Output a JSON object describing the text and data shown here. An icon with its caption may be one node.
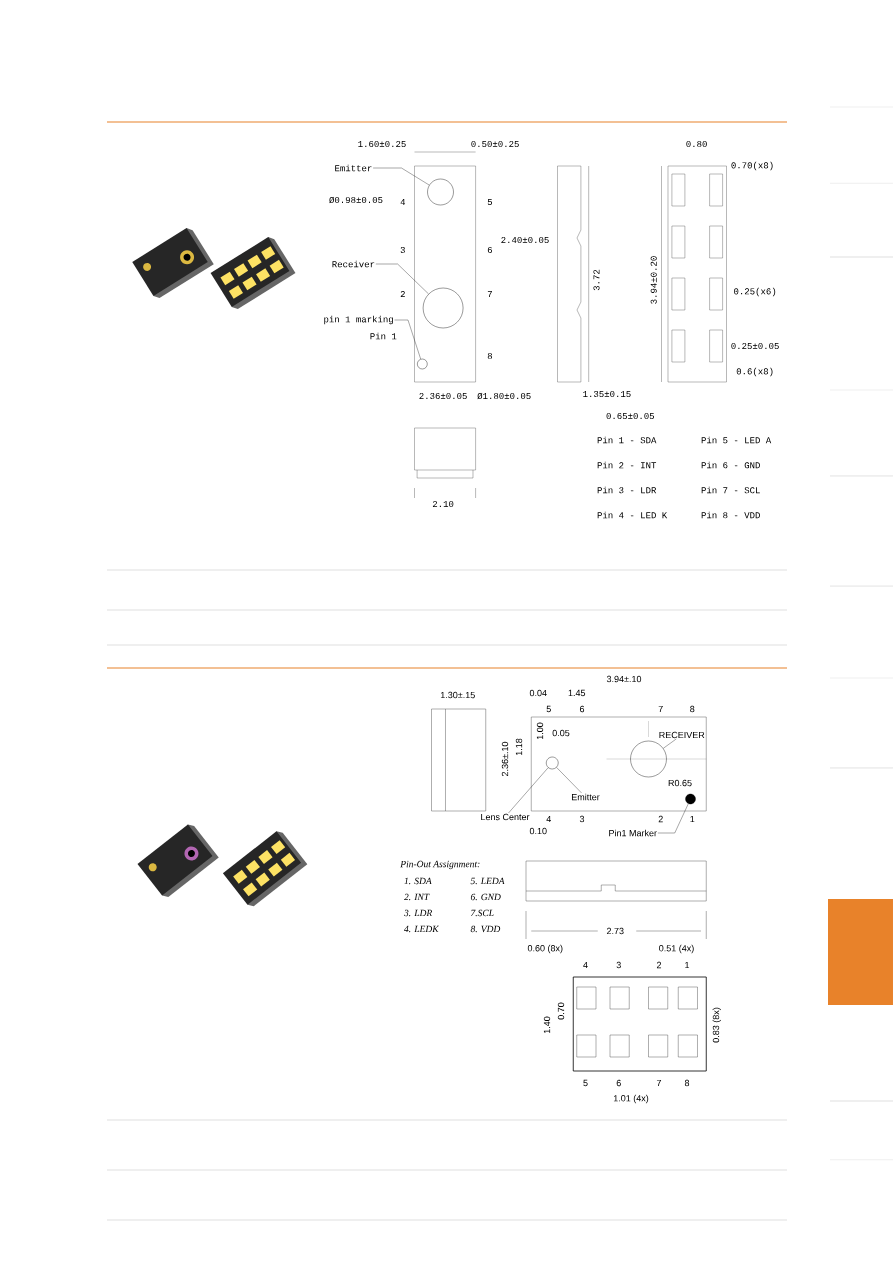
{
  "diagram": {
    "nodes": [
      {
        "text": [
          "Emitter"
        ]
      },
      {
        "text": [],
        "shape": "circle"
      },
      {
        "text": [
          "Receiver"
        ]
      },
      {
        "text": [],
        "shape": "circle"
      },
      {
        "text": [
          "pin 1 marking"
        ]
      },
      {
        "text": [],
        "shape": "circle"
      },
      {
        "text": [
          "RECEIVER"
        ]
      },
      {
        "text": [],
        "shape": "circle"
      },
      {
        "text": [
          "Emitter"
        ]
      },
      {
        "text": [],
        "shape": "circle"
      },
      {
        "text": [
          "Lens Center"
        ]
      },
      {
        "text": [
          "Pin1 Marker"
        ]
      },
      {
        "text": [],
        "shape": "circle"
      }
    ],
    "edges": [
      {
        "from": 0,
        "to": 1,
        "arrow": "none"
      },
      {
        "from": 2,
        "to": 3,
        "arrow": "none"
      },
      {
        "from": 4,
        "to": 5,
        "arrow": "none"
      },
      {
        "from": 6,
        "to": 7,
        "arrow": "none"
      },
      {
        "from": 8,
        "to": 9,
        "arrow": "none"
      },
      {
        "from": 10,
        "to": 9,
        "arrow": "none"
      },
      {
        "from": 11,
        "to": 12,
        "arrow": "none"
      }
    ],
    "labels": [
      "1.60±0.25",
      "0.50±0.25",
      "Ø0.98±0.05",
      "4",
      "5",
      "3",
      "6",
      "2.40±0.05",
      "2",
      "7",
      "Pin 1",
      "8",
      "2.36±0.05",
      "Ø1.80±0.05",
      "2.10",
      "0.80",
      "0.70(x8)",
      "3.72",
      "3.94±0.20",
      "0.25(x6)",
      "0.25±0.05",
      "0.6(x8)",
      "1.35±0.15",
      "0.65±0.05",
      "Pin 1 - SDA",
      "Pin 5 - LED A",
      "Pin 2 - INT",
      "Pin 6 - GND",
      "Pin 3 - LDR",
      "Pin 7 - SCL",
      "Pin 4 - LED K",
      "Pin 8 - VDD",
      "1.30±.15",
      "3.94±.10",
      "0.04",
      "1.45",
      "5",
      "6",
      "7",
      "8",
      "2.36±.10",
      "1.18",
      "1.00",
      "0.05",
      "R0.65",
      "4",
      "3",
      "2",
      "1",
      "0.10",
      "Pin-Out Assignment:",
      "1. SDA",
      "5. LEDA",
      "2. INT",
      "6. GND",
      "3. LDR",
      "7.SCL",
      "4. LEDK",
      "8. VDD",
      "2.73",
      "0.60 (8x)",
      "0.51 (4x)",
      "4",
      "3",
      "2",
      "1",
      "1.40",
      "0.70",
      "0.83 (8x)",
      "5",
      "6",
      "7",
      "8",
      "1.01 (4x)"
    ]
  }
}
